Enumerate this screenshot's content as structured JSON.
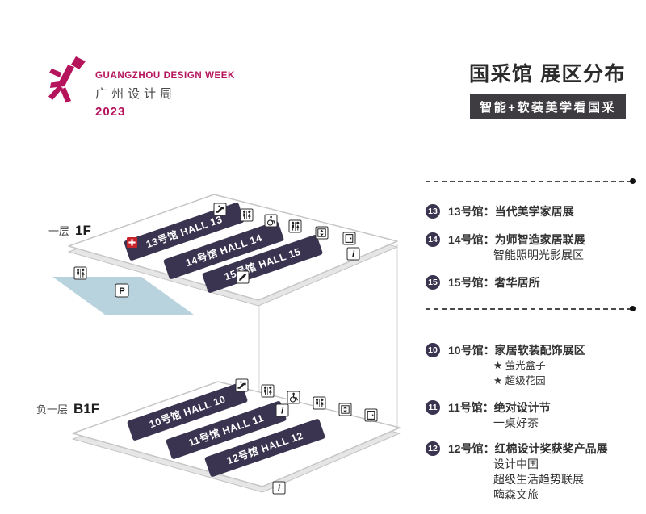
{
  "header": {
    "brand_name": "GUANGZHOU DESIGN WEEK",
    "brand_cn": "广州设计周",
    "year": "2023",
    "title": "国采馆 展区分布",
    "subtitle": "智能+软装美学看国采"
  },
  "floors": [
    {
      "label": "一层",
      "code": "1F",
      "halls": [
        "13号馆 HALL 13",
        "14号馆 HALL 14",
        "15号馆 HALL 15"
      ]
    },
    {
      "label": "负一层",
      "code": "B1F",
      "halls": [
        "10号馆 HALL 10",
        "11号馆 HALL 11",
        "12号馆 HALL 12"
      ]
    }
  ],
  "map": {
    "parking_label": "P",
    "info_label": "i"
  },
  "legend": {
    "groups": [
      {
        "items": [
          {
            "num": "13",
            "lines": [
              "13号馆：当代美学家居展"
            ]
          },
          {
            "num": "14",
            "lines": [
              "14号馆：为师智造家居联展",
              "智能照明光影展区"
            ]
          },
          {
            "num": "15",
            "lines": [
              "15号馆：奢华居所"
            ]
          }
        ]
      },
      {
        "items": [
          {
            "num": "10",
            "lines": [
              "10号馆：家居软装配饰展区",
              "★ 萤光盒子",
              "★ 超级花园"
            ]
          },
          {
            "num": "11",
            "lines": [
              "11号馆：绝对设计节",
              "一桌好茶"
            ]
          },
          {
            "num": "12",
            "lines": [
              "12号馆：红棉设计奖获奖产品展",
              "设计中国",
              "超级生活趋势联展",
              "嗨森文旅"
            ]
          }
        ]
      }
    ]
  },
  "colors": {
    "accent": "#b5135b",
    "hall_fill": "#3a3450",
    "subtitle_bg": "#3e3c41",
    "parking_fill": "#b9d3de",
    "badge_fill": "#3a3450"
  }
}
